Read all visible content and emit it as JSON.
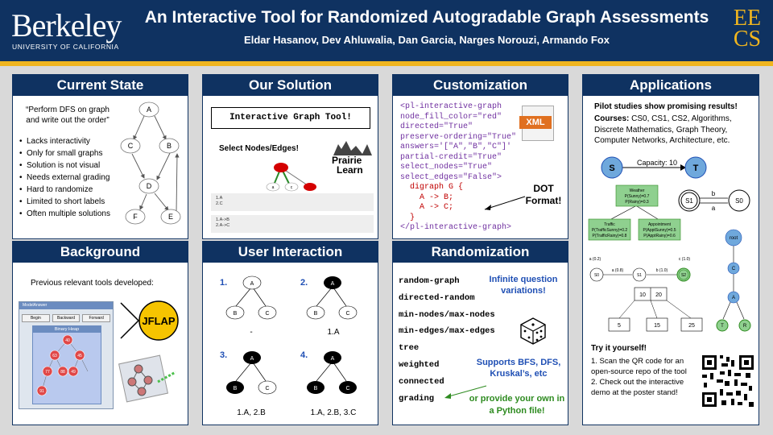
{
  "header": {
    "logo_text": "Berkeley",
    "logo_subtext": "UNIVERSITY OF CALIFORNIA",
    "title": "An Interactive Tool for Randomized Autogradable Graph Assessments",
    "authors": "Eldar Hasanov, Dev Ahluwalia, Dan Garcia, Narges Norouzi, Armando Fox",
    "dept_logo_line1": "EE",
    "dept_logo_line2": "CS"
  },
  "current_state": {
    "heading": "Current State",
    "quote": "“Perform DFS on graph and write out the order”",
    "bullets": [
      "Lacks interactivity",
      "Only for small graphs",
      "Solution is not visual",
      "Needs external grading",
      "Hard to randomize",
      "Limited to short labels",
      "Often multiple solutions"
    ],
    "graph_nodes": [
      "A",
      "C",
      "B",
      "D",
      "F",
      "E"
    ]
  },
  "our_solution": {
    "heading": "Our Solution",
    "tool_title": "Interactive Graph Tool!",
    "select_label": "Select Nodes/Edges!",
    "prairie": "Prairie",
    "learn": "Learn",
    "mini_nodes": [
      "a",
      "c"
    ],
    "box1": [
      "1.A",
      "2.C"
    ],
    "box2": [
      "1.A->B",
      "2.A->C"
    ]
  },
  "customization": {
    "heading": "Customization",
    "xml_label": "XML",
    "code_lines": [
      "<pl-interactive-graph",
      "node_fill_color=\"red\"",
      "directed=\"True\"",
      "preserve-ordering=\"True\"",
      "answers='[\"A\",\"B\",\"C\"]'",
      "partial-credit=\"True\"",
      "select_nodes=\"True\"",
      "select_edges=\"False\">"
    ],
    "dot_lines": [
      "  digraph G {",
      "    A -> B;",
      "    A -> C;",
      "  }"
    ],
    "closing_tag": "</pl-interactive-graph>",
    "dot_note": "DOT Format!"
  },
  "applications": {
    "heading": "Applications",
    "pilot": "Pilot studies show promising results!",
    "courses_label": "Courses:",
    "courses": " CS0, CS1, CS2, Algorithms, Discrete Mathematics, Graph Theory, Computer Networks, Architecture, etc.",
    "flow_s": "S",
    "flow_t": "T",
    "capacity": "Capacity: 10",
    "bayes_weather": [
      "Weather",
      "P(Sunny)=0.7",
      "P(Rainy)=0.3"
    ],
    "bayes_traffic": [
      "Traffic",
      "P(TrafficSunny)=0.2",
      "P(TrafficRainy)=0.8"
    ],
    "bayes_appt": [
      "Appointment",
      "P(ApptSunny)=0.5",
      "P(ApptRainy)=0.6"
    ],
    "fsm_s1": "S1",
    "fsm_s0": "S0",
    "fsm_b": "b",
    "fsm_a": "a",
    "markov_nodes": [
      "S0",
      "S1",
      "S2"
    ],
    "markov_labels": [
      "a (0.2)",
      "a (0.8)",
      "b (1.0)",
      "c (1.0)"
    ],
    "tree_nodes": [
      "root",
      "C",
      "A",
      "T",
      "R"
    ],
    "btree_top": [
      "10",
      "20"
    ],
    "btree_bottom": [
      "5",
      "15",
      "25"
    ],
    "try_title": "Try it yourself!",
    "try_1": "1. Scan the QR code for an open-source repo of the tool",
    "try_2": "2. Check out the interactive demo at the poster stand!"
  },
  "background": {
    "heading": "Background",
    "text": "Previous relevant tools developed:",
    "jflap": "JFLAP",
    "window_title": "ModelAnswer",
    "window_buttons": [
      "Begin",
      "Backward",
      "Forward"
    ],
    "heap_title": "Binary Heap",
    "heap_nodes": [
      "40",
      "63",
      "45",
      "77",
      "88",
      "49",
      "91"
    ]
  },
  "user_interaction": {
    "heading": "User Interaction",
    "steps": [
      "1.",
      "2.",
      "3.",
      "4."
    ],
    "answers": [
      "-",
      "1.A",
      "1.A, 2.B",
      "1.A, 2.B, 3.C"
    ],
    "nodes": [
      "A",
      "B",
      "C"
    ]
  },
  "randomization": {
    "heading": "Randomization",
    "options": [
      "random-graph",
      "directed-random",
      "min-nodes/max-nodes",
      "min-edges/max-edges",
      "tree",
      "weighted",
      "connected",
      "grading"
    ],
    "note_infinite": "Infinite question variations!",
    "note_supports": "Supports BFS, DFS, Kruskal’s, etc",
    "note_python": "or provide your own in a Python file!"
  },
  "colors": {
    "navy": "#0f3261",
    "gold": "#f0b51f",
    "code_purple": "#7030a0",
    "code_red": "#c00000",
    "blue_text": "#1f4fb4",
    "green_text": "#2e8b20"
  }
}
